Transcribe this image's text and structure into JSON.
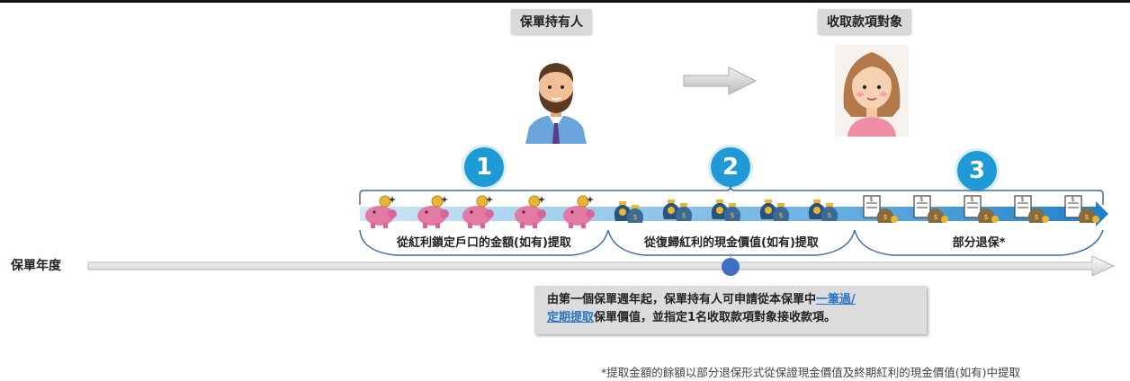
{
  "header": {
    "policyholder": "保單持有人",
    "recipient": "收取款項對象"
  },
  "steps": [
    {
      "number": "1",
      "label": "從紅利鎖定戶口的金額(如有)提取"
    },
    {
      "number": "2",
      "label": "從復歸紅利的現金價值(如有)提取"
    },
    {
      "number": "3",
      "label": "部分退保*"
    }
  ],
  "timeline": {
    "label": "保單年度"
  },
  "note": {
    "line1_prefix": "由第一個保單週年起，保單持有人可申請從本保單中",
    "line1_link": "一筆過/",
    "line2_link": "定期提取",
    "line2_suffix": "保單價值，並指定1名收取款項對象接收款項。"
  },
  "footnote": "*提取金額的餘額以部分退保形式從保證現金價值及終期紅利的現金價值(如有)中提取",
  "colors": {
    "accent_blue": "#1f9ad6",
    "link_blue": "#2a74c4",
    "piggy_pink": "#e27aa3",
    "coin_gold": "#e8b534",
    "bag_navy": "#2b5278"
  }
}
